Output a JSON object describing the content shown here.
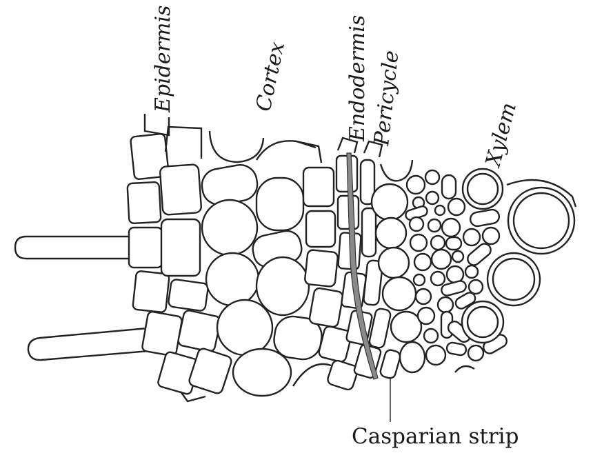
{
  "labels": {
    "epidermis": "Epidermis",
    "cortex": "Cortex",
    "endodermis": "Endodermis",
    "pericycle": "Pericycle",
    "xylem": "Xylem",
    "casparian_strip": "Casparian strip"
  },
  "colors": {
    "line": "#222222",
    "casparian_strip_fill": "#8a8a8a",
    "cell_fill": "#ffffff"
  }
}
